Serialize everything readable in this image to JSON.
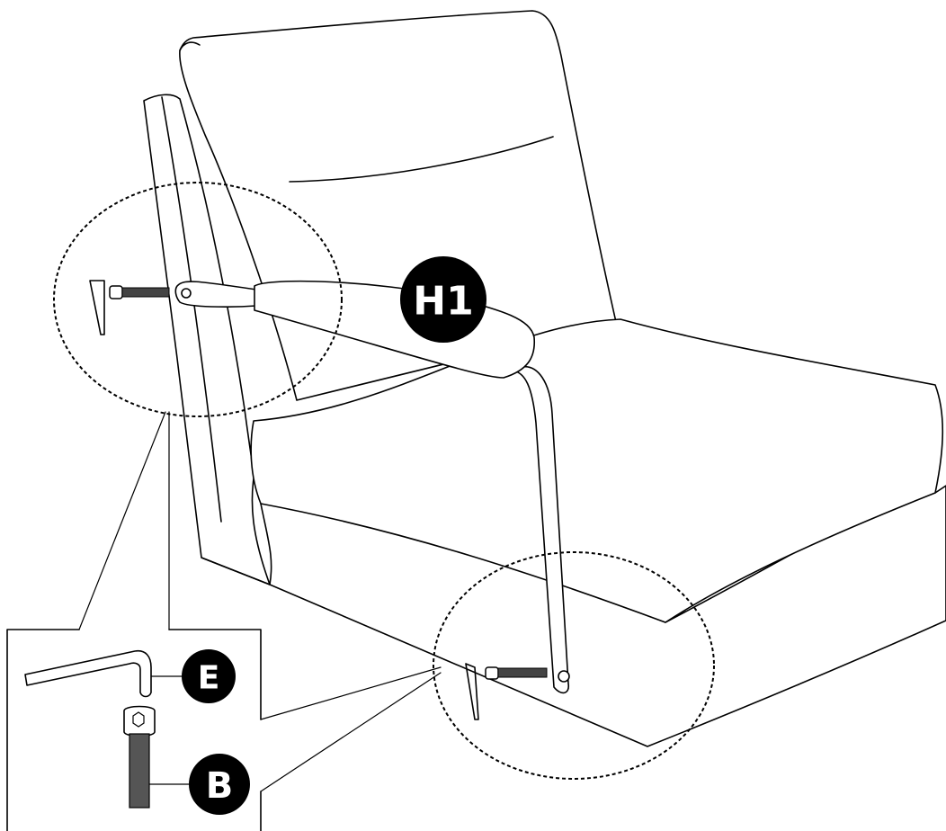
{
  "labels": {
    "armrest": "H1",
    "allen_key": "E",
    "bolt": "B"
  },
  "colors": {
    "line": "#000000",
    "background": "#ffffff",
    "badge_fill": "#000000",
    "badge_text": "#ffffff",
    "bolt_thread": "#444444"
  }
}
